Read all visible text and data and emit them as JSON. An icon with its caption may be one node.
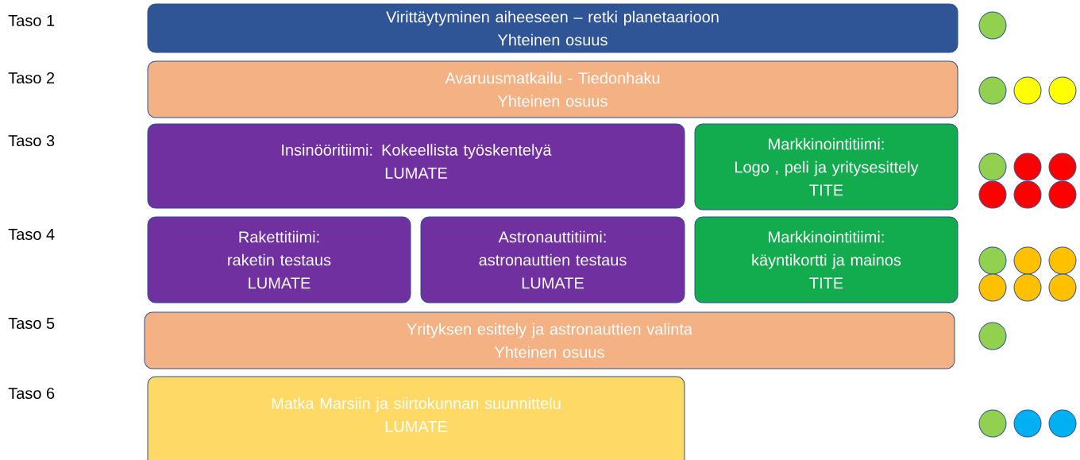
{
  "diagram": {
    "nodes": [
      {
        "text": [
          "Virittäytyminen aiheeseen – retki planetaarioon",
          "Yhteinen osuus"
        ]
      },
      {
        "text": [
          "Avaruusmatkailu - Tiedonhaku",
          "Yhteinen osuus"
        ]
      },
      {
        "text": [
          "Insinööritiimi: Kokeellista työskentelyä",
          "LUMATE"
        ]
      },
      {
        "text": [
          "Markkinointitiimi:",
          "Logo , peli ja yritysesittely",
          "TITE"
        ]
      },
      {
        "text": [
          "Rakettitiimi:",
          "raketin testaus",
          "LUMATE"
        ]
      },
      {
        "text": [
          "Astronauttitiimi:",
          "astronauttien testaus",
          "LUMATE"
        ]
      },
      {
        "text": [
          "Markkinointitiimi:",
          "käyntikortti ja mainos",
          "TITE"
        ]
      },
      {
        "text": [
          "Yrityksen esittely ja astronauttien valinta",
          "Yhteinen osuus"
        ]
      },
      {
        "text": [
          "Matka Marsiin ja siirtokunnan suunnittelu",
          "LUMATE"
        ]
      }
    ],
    "labels": [
      "Taso 1",
      "Taso 2",
      "Taso 3",
      "Taso 4",
      "Taso 5",
      "Taso 6"
    ]
  }
}
